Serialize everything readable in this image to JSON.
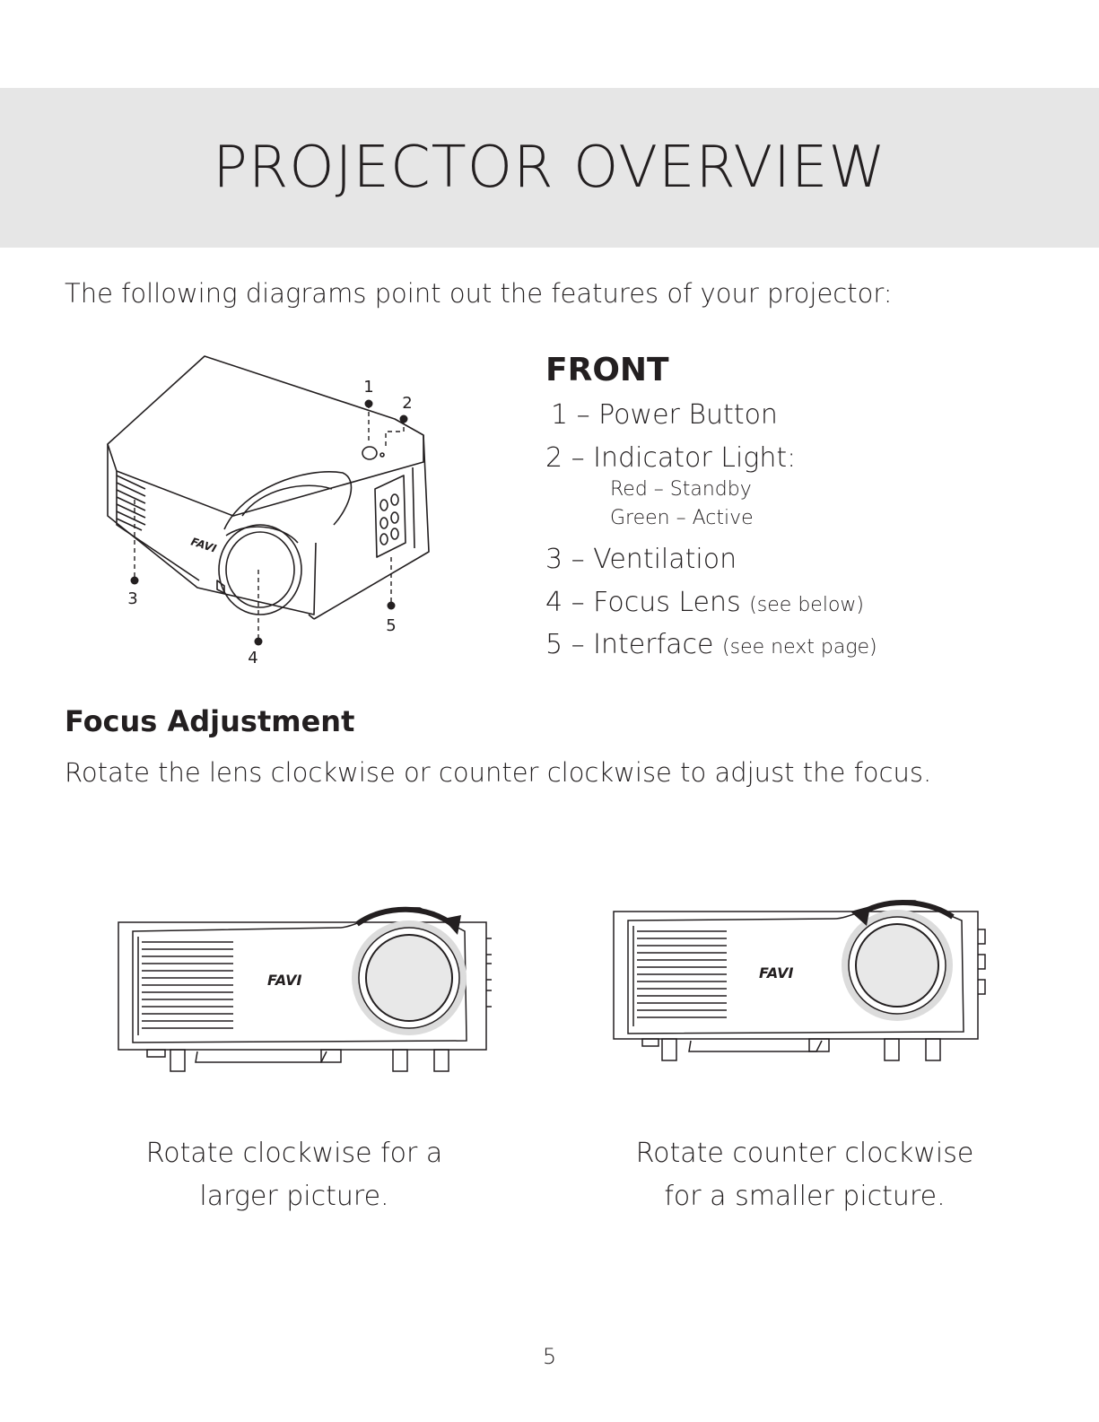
{
  "header": {
    "title": "PROJECTOR OVERVIEW"
  },
  "intro": "The following diagrams point out the features of your projector:",
  "front": {
    "heading": "FRONT",
    "features": [
      {
        "label": "1 – Power Button",
        "note": ""
      },
      {
        "label": "2 – Indicator Light:",
        "note": ""
      },
      {
        "label": "3 – Ventilation",
        "note": ""
      },
      {
        "label": "4 – Focus Lens",
        "note": "(see below)"
      },
      {
        "label": "5 – Interface",
        "note": "(see next page)"
      }
    ],
    "indicator_states": [
      "Red – Standby",
      "Green – Active"
    ],
    "diagram_callouts": [
      "1",
      "2",
      "3",
      "4",
      "5"
    ]
  },
  "focus": {
    "heading": "Focus Adjustment",
    "body": "Rotate the lens clockwise or counter clockwise to adjust the focus."
  },
  "captions": {
    "clockwise_line1": "Rotate clockwise for a",
    "clockwise_line2": "larger picture.",
    "counter_line1": "Rotate counter clockwise",
    "counter_line2": "for a smaller picture."
  },
  "brand_logo_text": "FAVI",
  "page_number": "5"
}
